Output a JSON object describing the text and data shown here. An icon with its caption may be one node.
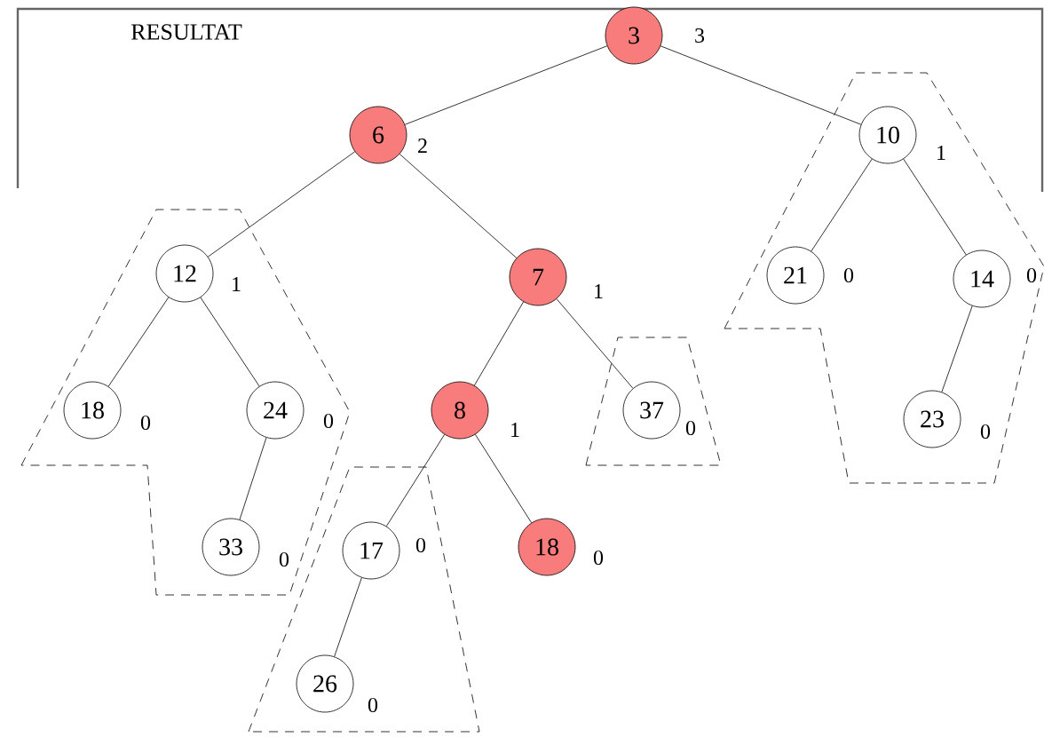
{
  "diagram": {
    "nodes": [
      {
        "text": [
          "3"
        ],
        "beside": [
          "3"
        ]
      },
      {
        "text": [
          "6"
        ],
        "beside": [
          "2"
        ]
      },
      {
        "text": [],
        "shape": "polygon"
      },
      {
        "text": [
          "10"
        ],
        "beside": [
          "1"
        ],
        "in": 2
      },
      {
        "text": [],
        "shape": "polygon"
      },
      {
        "text": [
          "12"
        ],
        "beside": [
          "1"
        ],
        "in": 4
      },
      {
        "text": [
          "7"
        ],
        "beside": [
          "1"
        ]
      },
      {
        "text": [
          "21"
        ],
        "beside": [
          "0"
        ],
        "in": 2
      },
      {
        "text": [
          "14"
        ],
        "beside": [
          "0"
        ],
        "in": 2
      },
      {
        "text": [],
        "shape": "polygon"
      },
      {
        "text": [
          "18"
        ],
        "beside": [
          "0"
        ],
        "in": 4
      },
      {
        "text": [
          "24"
        ],
        "beside": [
          "0"
        ],
        "in": 4
      },
      {
        "text": [
          "8"
        ],
        "beside": [
          "1"
        ]
      },
      {
        "text": [
          "37"
        ],
        "beside": [
          "0"
        ],
        "in": 9
      },
      {
        "text": [
          "23"
        ],
        "beside": [
          "0"
        ],
        "in": 2
      },
      {
        "text": [],
        "shape": "polygon"
      },
      {
        "text": [
          "33"
        ],
        "beside": [
          "0"
        ],
        "in": 4
      },
      {
        "text": [
          "17"
        ],
        "beside": [
          "0"
        ],
        "in": 15
      },
      {
        "text": [
          "18"
        ],
        "beside": [
          "0"
        ]
      },
      {
        "text": [
          "26"
        ],
        "beside": [
          "0"
        ],
        "in": 15
      }
    ],
    "edges": [
      {
        "from": 0,
        "to": 1,
        "arrow": "none"
      },
      {
        "from": 0,
        "to": 3,
        "arrow": "none"
      },
      {
        "from": 1,
        "to": 5,
        "arrow": "none"
      },
      {
        "from": 1,
        "to": 6,
        "arrow": "none"
      },
      {
        "from": 3,
        "to": 7,
        "arrow": "none"
      },
      {
        "from": 3,
        "to": 8,
        "arrow": "none"
      },
      {
        "from": 5,
        "to": 10,
        "arrow": "none"
      },
      {
        "from": 5,
        "to": 11,
        "arrow": "none"
      },
      {
        "from": 6,
        "to": 12,
        "arrow": "none"
      },
      {
        "from": 6,
        "to": 13,
        "arrow": "none"
      },
      {
        "from": 8,
        "to": 14,
        "arrow": "none"
      },
      {
        "from": 11,
        "to": 16,
        "arrow": "none"
      },
      {
        "from": 12,
        "to": 17,
        "arrow": "none"
      },
      {
        "from": 12,
        "to": 18,
        "arrow": "none"
      },
      {
        "from": 17,
        "to": 19,
        "arrow": "none"
      }
    ],
    "labels": [
      "RESULTAT"
    ]
  }
}
